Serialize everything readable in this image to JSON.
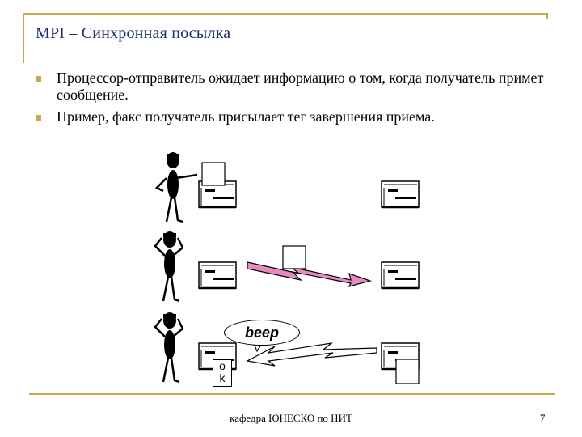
{
  "slide": {
    "title": "MPI – Синхронная посылка",
    "bullets": [
      "Процессор-отправитель ожидает информацию о том, когда получатель примет сообщение.",
      "Пример, факс получатель присылает тег завершения приема."
    ],
    "footer": "кафедра ЮНЕСКО по НИТ",
    "page_number": "7"
  },
  "diagram": {
    "speech_bubble": "beep",
    "ok_label_line1": "o",
    "ok_label_line2": "k",
    "colors": {
      "accent_frame": "#c8a850",
      "title": "#1b2a6b",
      "send_arrow": "#e88ac0"
    }
  }
}
